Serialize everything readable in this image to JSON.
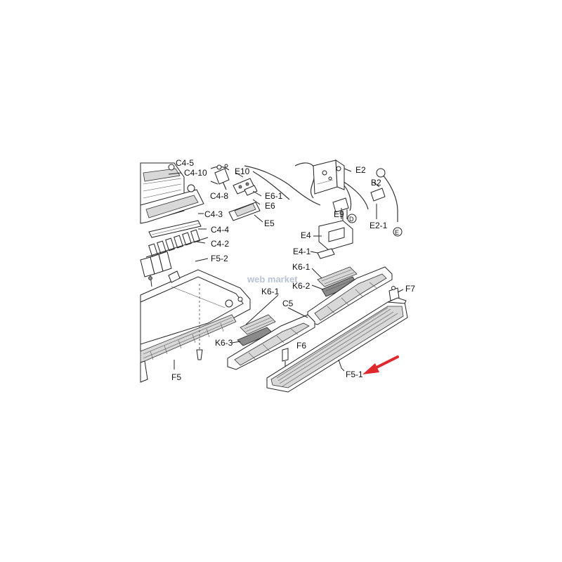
{
  "labels": {
    "c4_5": "C4-5",
    "c4_10": "C4-10",
    "c4_8": "C4-8",
    "e10": "E10",
    "e2": "E2",
    "b2": "B2",
    "e6_1": "E6-1",
    "e6": "E6",
    "c4_3": "C4-3",
    "e9": "E9",
    "d": "D",
    "e2_1": "E2-1",
    "e": "E",
    "e5": "E5",
    "c4_4": "C4-4",
    "e4": "E4",
    "c4_2": "C4-2",
    "e4_1": "E4-1",
    "f5_2": "F5-2",
    "k6_1_top": "K6-1",
    "k6_2": "K6-2",
    "f7": "F7",
    "k6_1_mid": "K6-1",
    "c5": "C5",
    "k6_3": "K6-3",
    "f6": "F6",
    "f5_1": "F5-1",
    "f5": "F5"
  },
  "watermark": "web market",
  "colors": {
    "arrow": "#e0282c",
    "line": "#222222",
    "watermark": "#b9c3d6"
  }
}
